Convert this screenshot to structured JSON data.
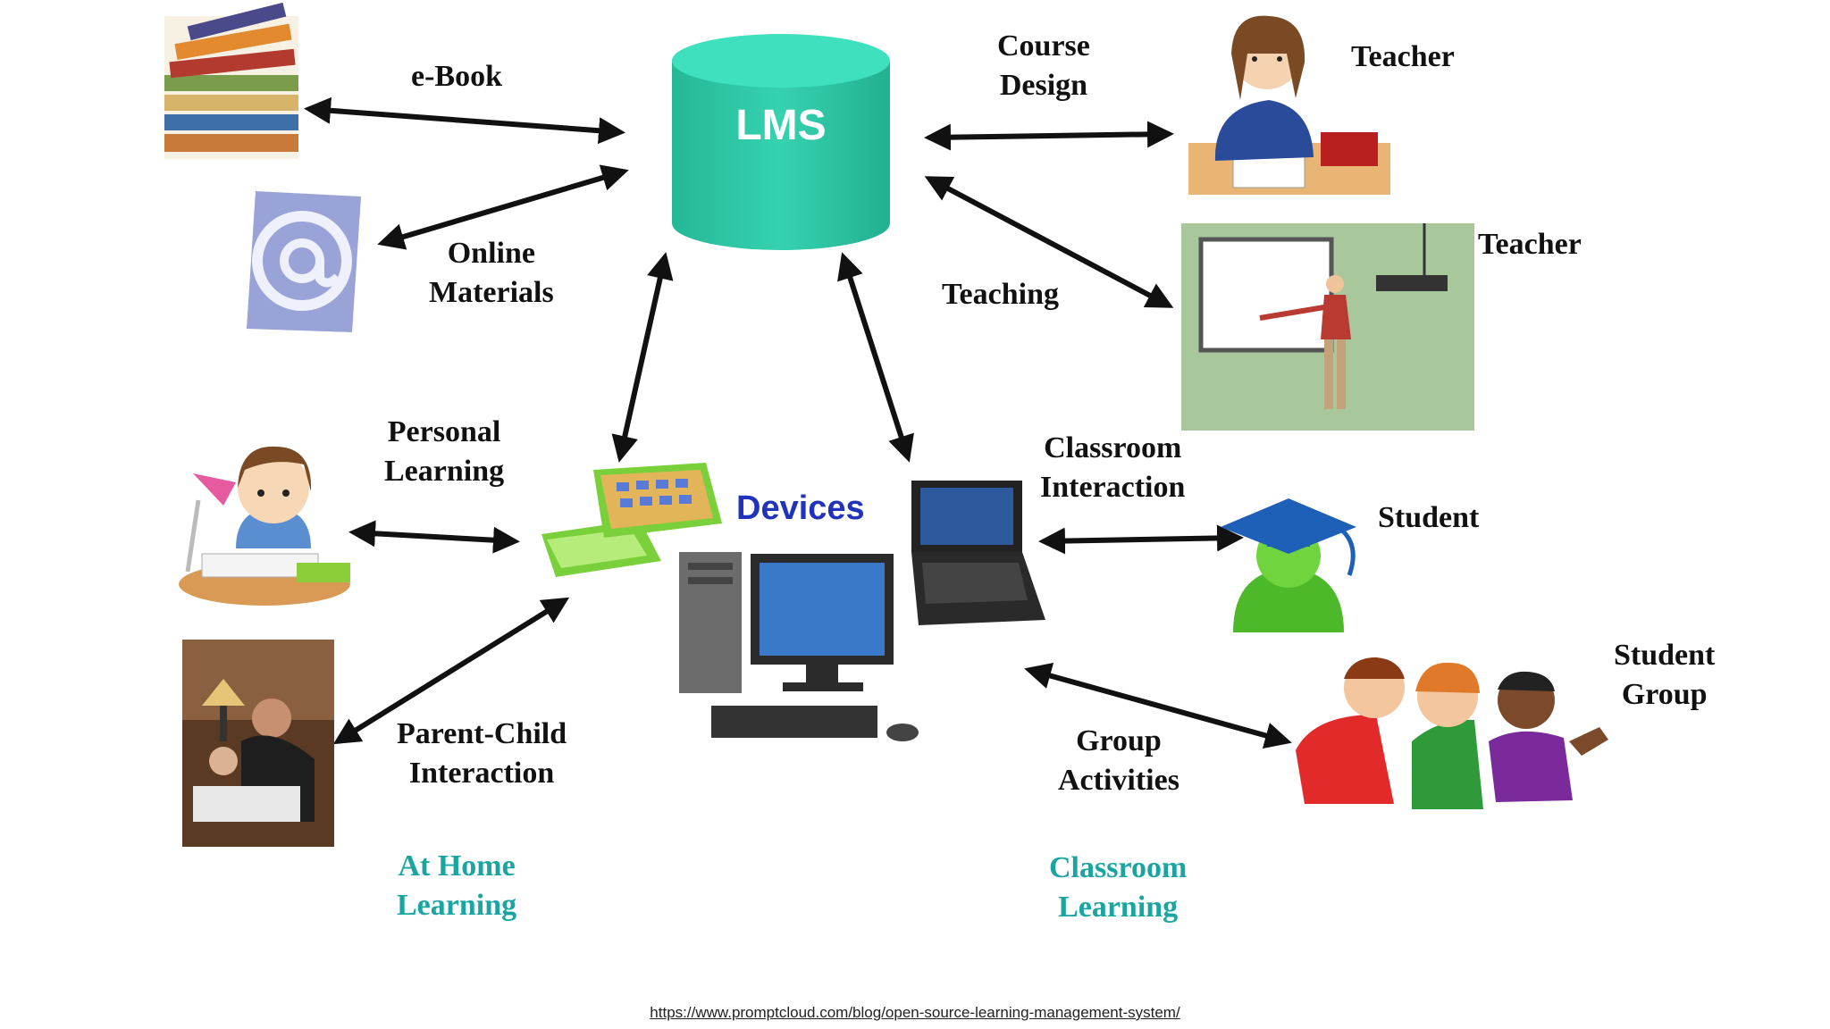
{
  "center": {
    "label": "LMS"
  },
  "edges": {
    "ebook": "e-Book",
    "online_materials": [
      "Online",
      "Materials"
    ],
    "course_design": [
      "Course",
      "Design"
    ],
    "teaching": "Teaching",
    "personal_learning": [
      "Personal",
      "Learning"
    ],
    "parent_child": [
      "Parent-Child",
      "Interaction"
    ],
    "classroom_interaction": [
      "Classroom",
      "Interaction"
    ],
    "group_activities": [
      "Group",
      "Activities"
    ]
  },
  "nodes": {
    "teacher_1": "Teacher",
    "teacher_2": "Teacher",
    "student": "Student",
    "student_group": [
      "Student",
      "Group"
    ],
    "devices": "Devices"
  },
  "sections": {
    "home": [
      "At Home",
      "Learning"
    ],
    "classroom": [
      "Classroom",
      "Learning"
    ]
  },
  "footer": {
    "source": "https://www.promptcloud.com/blog/open-source-learning-management-system/"
  },
  "colors": {
    "lms": "#2ec7a6",
    "section_text": "#1aa5a0",
    "devices_text": "#2233bb",
    "arrow": "#111111"
  }
}
